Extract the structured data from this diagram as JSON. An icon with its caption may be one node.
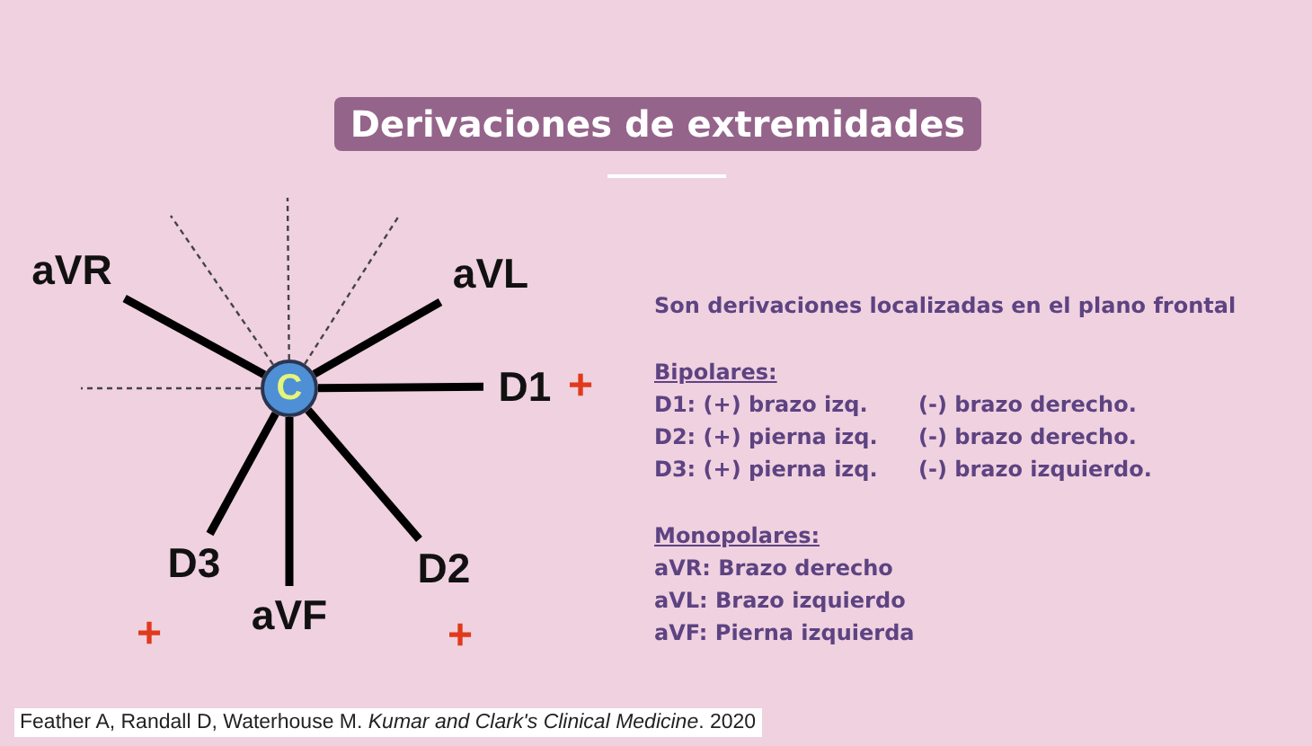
{
  "diagram": {
    "title": "Derivaciones de extremidades",
    "caption": "Feather A, Randall D, Waterhouse M. *Kumar and Clark's Clinical Medicine*. 2020",
    "nodes": [
      {
        "text": [
          "C"
        ]
      },
      {
        "text": [
          "aVR"
        ]
      },
      {
        "text": [
          "aVL"
        ]
      },
      {
        "text": [
          "D1"
        ],
        "beside": [
          "+"
        ]
      },
      {
        "text": [
          "D3"
        ],
        "beside": [
          "+"
        ]
      },
      {
        "text": [
          "aVF"
        ]
      },
      {
        "text": [
          "D2"
        ],
        "beside": [
          "+"
        ]
      }
    ],
    "edges": [
      {
        "from": 0,
        "to": 1,
        "arrow": "none"
      },
      {
        "from": 0,
        "to": 2,
        "arrow": "none"
      },
      {
        "from": 0,
        "to": 3,
        "arrow": "none"
      },
      {
        "from": 0,
        "to": 4,
        "arrow": "none"
      },
      {
        "from": 0,
        "to": 5,
        "arrow": "none"
      },
      {
        "from": 0,
        "to": 6,
        "arrow": "none"
      },
      {
        "from": 0,
        "to": null,
        "arrow": "none",
        "style": "dashed"
      },
      {
        "from": 0,
        "to": null,
        "arrow": "none",
        "style": "dashed"
      },
      {
        "from": 0,
        "to": null,
        "arrow": "none",
        "style": "dashed"
      },
      {
        "from": 0,
        "to": null,
        "arrow": "none",
        "style": "dashed"
      }
    ],
    "labels": [
      "Son derivaciones localizadas en el plano frontal",
      "Bipolares:",
      "D1: (+) brazo izq.",
      "(-) brazo derecho.",
      "D2: (+) pierna izq.",
      "(-) brazo derecho.",
      "D3: (+) pierna izq.",
      "(-) brazo izquierdo.",
      "Monopolares:",
      "aVR: Brazo derecho",
      "aVL: Brazo izquierdo",
      "aVF: Pierna izquierda"
    ]
  }
}
